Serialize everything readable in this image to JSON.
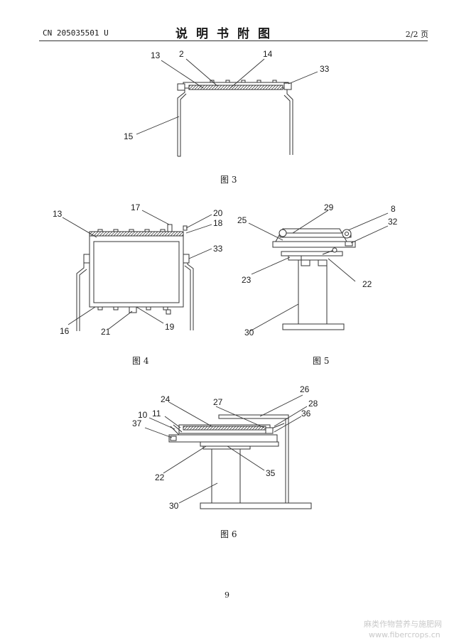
{
  "header": {
    "publication_number": "CN 205035501 U",
    "section_title": "说明书附图",
    "page_indicator": "2/2 页"
  },
  "figures": [
    {
      "caption": "图 3",
      "labels": [
        "13",
        "2",
        "14",
        "33",
        "15"
      ]
    },
    {
      "caption": "图 4",
      "labels": [
        "13",
        "17",
        "20",
        "18",
        "33",
        "16",
        "21",
        "19"
      ]
    },
    {
      "caption": "图 5",
      "labels": [
        "29",
        "8",
        "25",
        "32",
        "23",
        "22",
        "30"
      ]
    },
    {
      "caption": "图 6",
      "labels": [
        "24",
        "26",
        "27",
        "28",
        "10",
        "11",
        "36",
        "37",
        "22",
        "35",
        "30"
      ]
    }
  ],
  "footer": {
    "page_number": "9",
    "watermark": "麻类作物营养与施肥网",
    "watermark_url": "www.fibercrops.cn"
  }
}
